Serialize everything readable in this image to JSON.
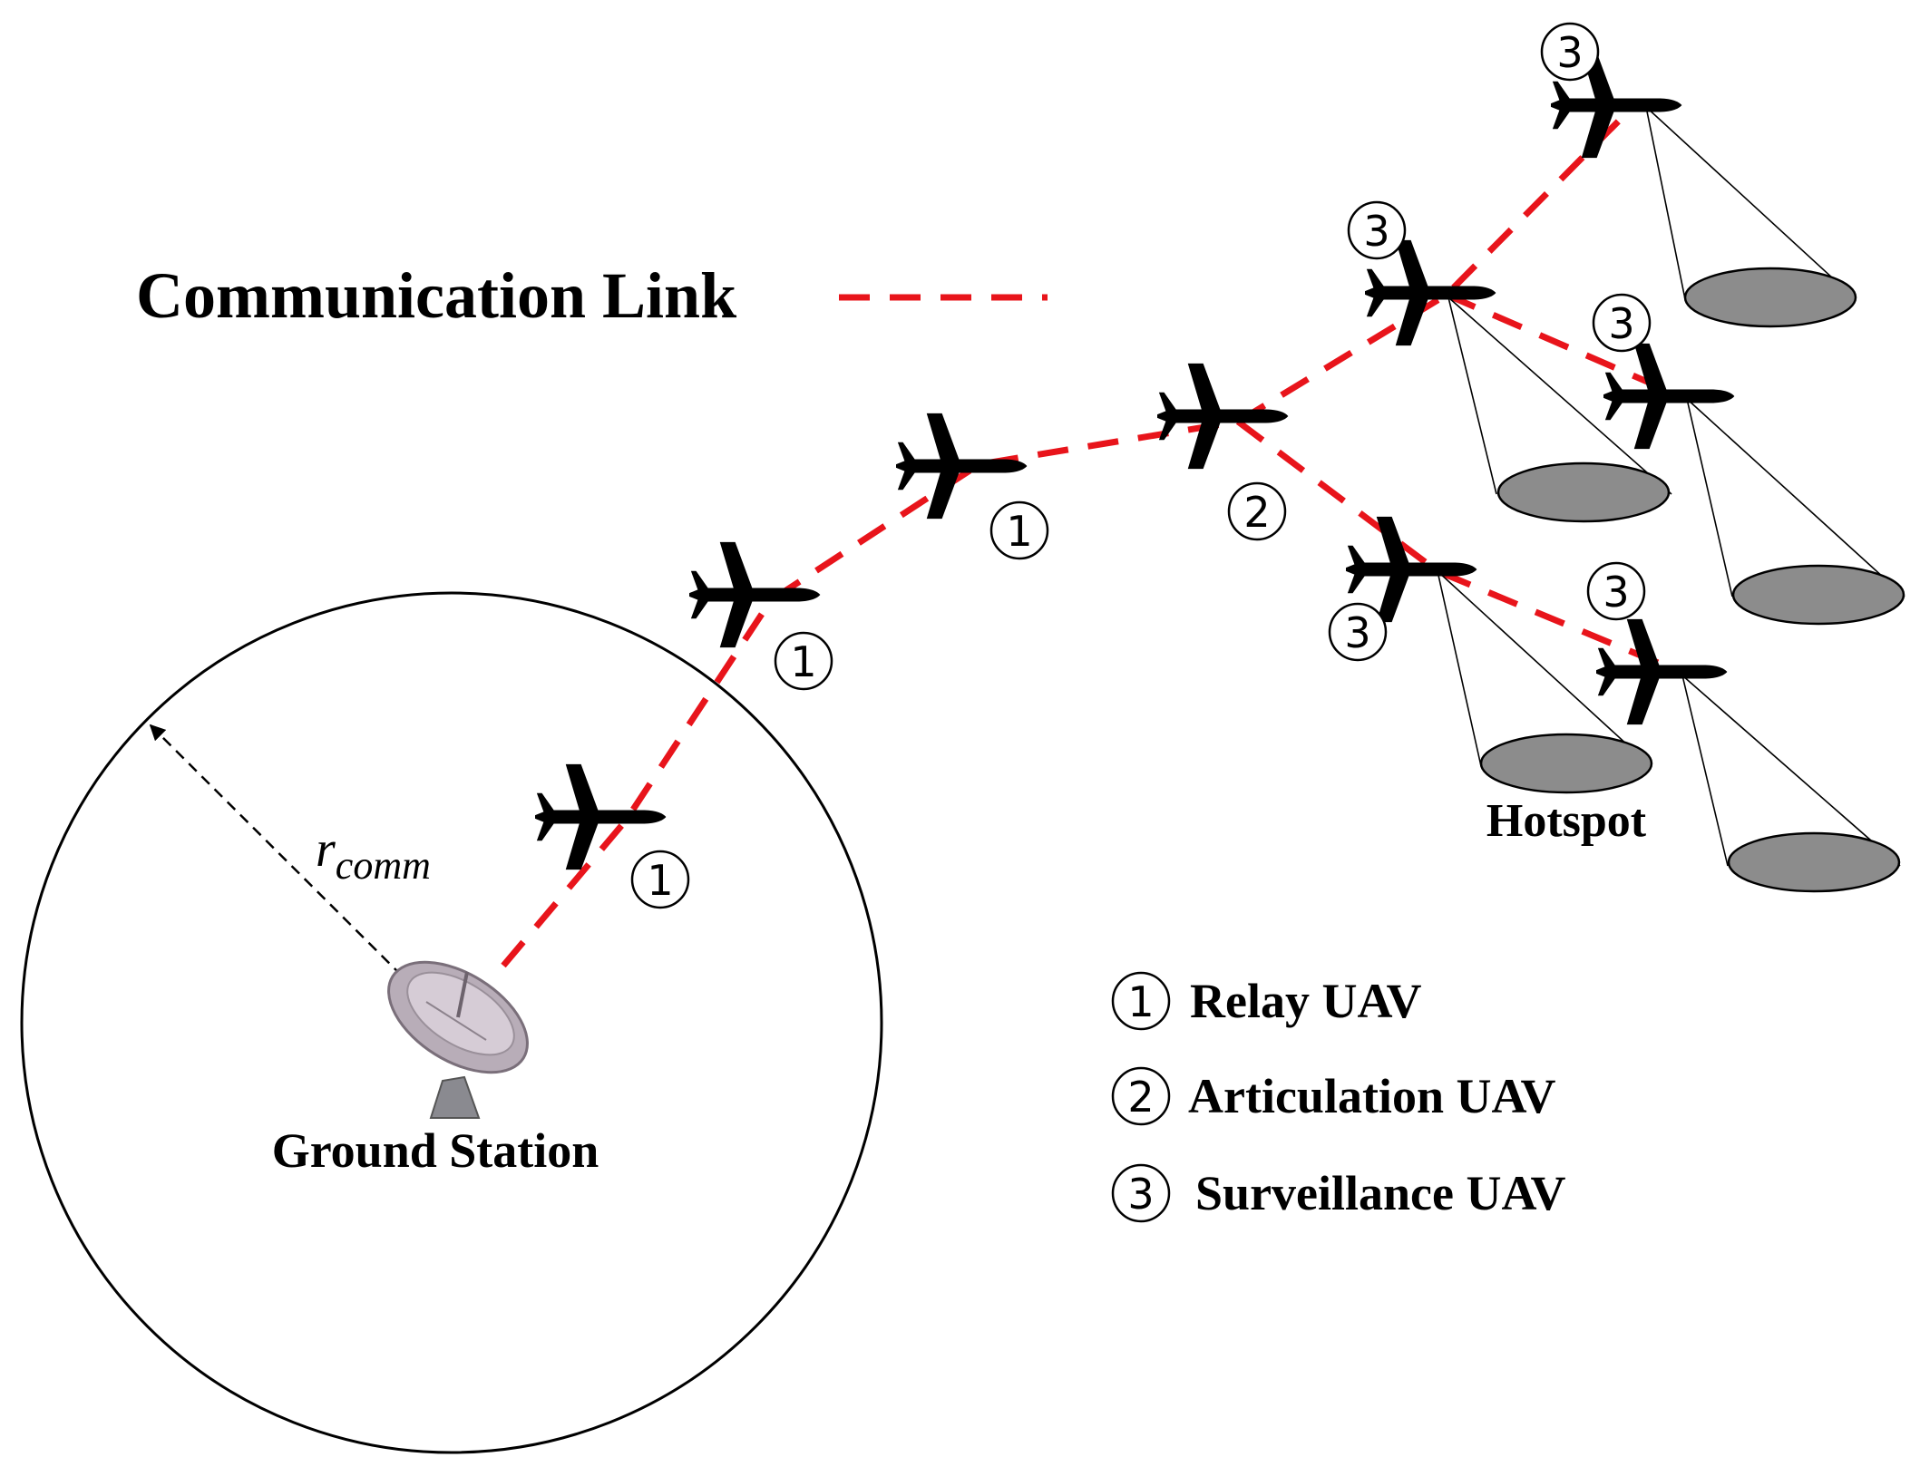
{
  "legend": {
    "link_label": "Communication Link",
    "items": [
      {
        "num": "1",
        "label": "Relay UAV"
      },
      {
        "num": "2",
        "label": "Articulation UAV"
      },
      {
        "num": "3",
        "label": "Surveillance UAV"
      }
    ]
  },
  "labels": {
    "ground_station": "Ground Station",
    "hotspot": "Hotspot",
    "radius_main": "r",
    "radius_sub": "comm"
  },
  "uavs": [
    {
      "role": "1"
    },
    {
      "role": "1"
    },
    {
      "role": "1"
    },
    {
      "role": "2"
    },
    {
      "role": "3"
    },
    {
      "role": "3"
    },
    {
      "role": "3"
    },
    {
      "role": "3"
    },
    {
      "role": "3"
    }
  ],
  "colors": {
    "link": "#e8141b",
    "hotspot_fill": "#8c8c8c"
  }
}
